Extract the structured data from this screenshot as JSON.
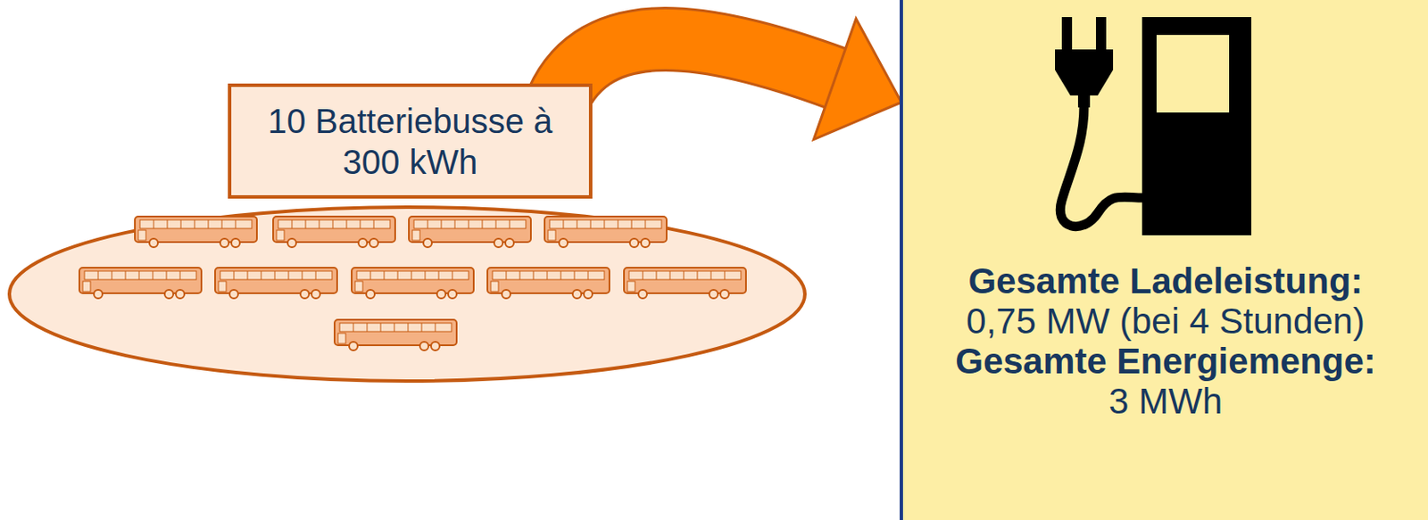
{
  "diagram": {
    "nodes": [
      {
        "text": [
          "10 Batteriebusse à 300 kWh"
        ]
      },
      {
        "text": [
          "Gesamte Ladeleistung:",
          "0,75 MW (bei 4 Stunden)",
          "Gesamte Energiemenge:",
          "3 MWh"
        ]
      }
    ],
    "edges": [
      {
        "from": 0,
        "to": 1,
        "arrow": "to"
      }
    ]
  }
}
